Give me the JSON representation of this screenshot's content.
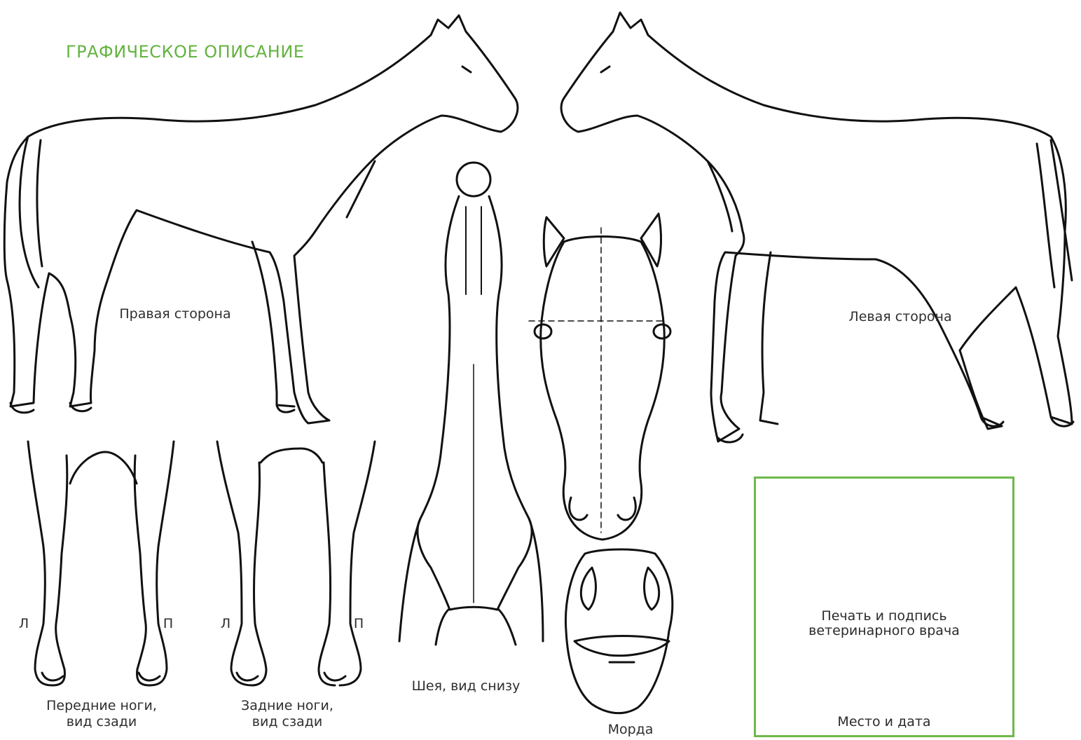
{
  "header": {
    "title": "ГРАФИЧЕСКОЕ ОПИСАНИЕ"
  },
  "labels": {
    "right_side": "Правая сторона",
    "left_side": "Левая сторона",
    "neck_below": "Шея, вид снизу",
    "muzzle": "Морда",
    "front_legs_line1": "Передние ноги,",
    "front_legs_line2": "вид сзади",
    "hind_legs_line1": "Задние ноги,",
    "hind_legs_line2": "вид сзади",
    "front_left_mark": "Л",
    "front_right_mark": "П",
    "hind_left_mark": "Л",
    "hind_right_mark": "П"
  },
  "stamp_box": {
    "signature_line1": "Печать и подпись",
    "signature_line2": "ветеринарного врача",
    "place_date": "Место и дата"
  },
  "colors": {
    "accent": "#62b33f",
    "box_border": "#6db84a",
    "line": "#111111"
  }
}
